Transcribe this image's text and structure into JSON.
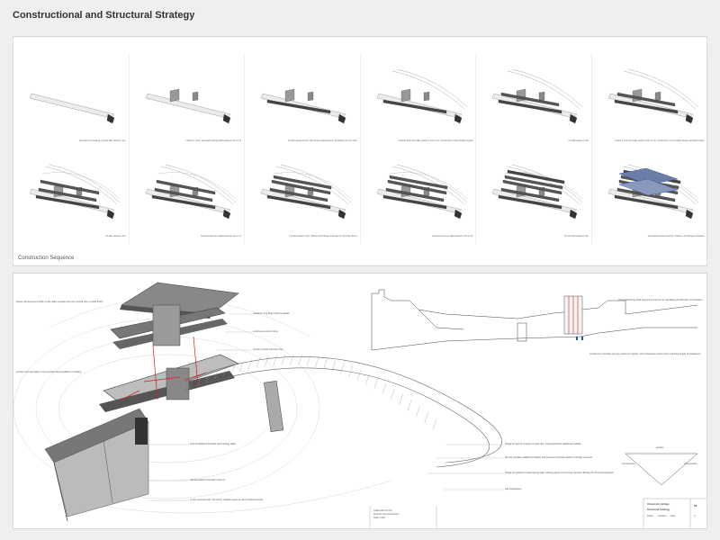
{
  "page": {
    "title": "Constructional and Structural Strategy"
  },
  "sequence": {
    "label": "Construction Sequence",
    "steps": [
      {
        "caption": "Rescaled to prepared, ground slab casted in situ"
      },
      {
        "caption": "columns, cores, and load bearing walls casted in situ in L0"
      },
      {
        "caption": "L0 slab casted in situ, with dense reinforcement, spreading out from core"
      },
      {
        "caption": "columns and core walls casted in situ in L0, construction of steel bridge begins"
      },
      {
        "caption": "L0 slab casted in situ"
      },
      {
        "caption": "columns and core walls casted in situ in L0, construction of secondary facade structure begins"
      },
      {
        "caption": "L0 slab casted in situ"
      },
      {
        "caption": "columns and core walls casted in situ in L0"
      },
      {
        "caption": "L0 slab casted in situ, finishes and fittings underway on the lower floors"
      },
      {
        "caption": "columns and core walls casted in situ in L0"
      },
      {
        "caption": "L0 roof slab casted in situ"
      },
      {
        "caption": "secondary facade structure, finishes, and fittings completed"
      }
    ]
  },
  "structure": {
    "left_notes": [
      {
        "text": "dense reinforcement within in-situ slabs spreads out from central core on both floors"
      },
      {
        "text": "primary and secondary cores provide lateral stability to building"
      }
    ],
    "center_notes": [
      {
        "text": "cantilever ring beam frames facade"
      },
      {
        "text": "continuous column lines"
      },
      {
        "text": "primary central concrete core"
      },
      {
        "text": "strip foundations beneath load bearing walls"
      },
      {
        "text": "pad foundations beneath columns"
      },
      {
        "text": "in-situ concrete slab, formed by multiple layers of mesh reinforcements"
      }
    ],
    "right_notes": [
      {
        "text": "bridge formed by a series of steel ribs, cross-braced for additional stability"
      },
      {
        "text": "rib size provides additional stability and prevents torsional rotation of bridge structure"
      },
      {
        "text": "bridge pin-jointed to load-bearing wall, reducing span of structural member allowing for thermal expansion"
      },
      {
        "text": "pile foundations"
      }
    ],
    "section_notes": [
      {
        "text": "SS-cantilevering shed keeps the structure by regulating the direction of inclination"
      },
      {
        "text": "central core provides primary means of support, with continuous column lines reducing length of cantilevers"
      }
    ],
    "force_diagram": {
      "top_label": "tension",
      "left_label": "compression",
      "right_label": "compression"
    },
    "title_block": {
      "info": [
        "Goldsmiths Art Hub",
        "Structure and Construction",
        "Scale 1:500"
      ],
      "project": "Virtual Arts Bridge",
      "drawing": "Structural Strategy",
      "drawing_no": "28",
      "revision": "A",
      "meta": [
        "Drawn",
        "Checked",
        "Date"
      ]
    }
  },
  "colors": {
    "accent": "#cc2222",
    "accent_blue": "#2a4fb8",
    "line": "#555555",
    "fill_dark": "#444444",
    "fill_mid": "#9a9a9a",
    "panel": "#ffffff",
    "background": "#efefef"
  }
}
